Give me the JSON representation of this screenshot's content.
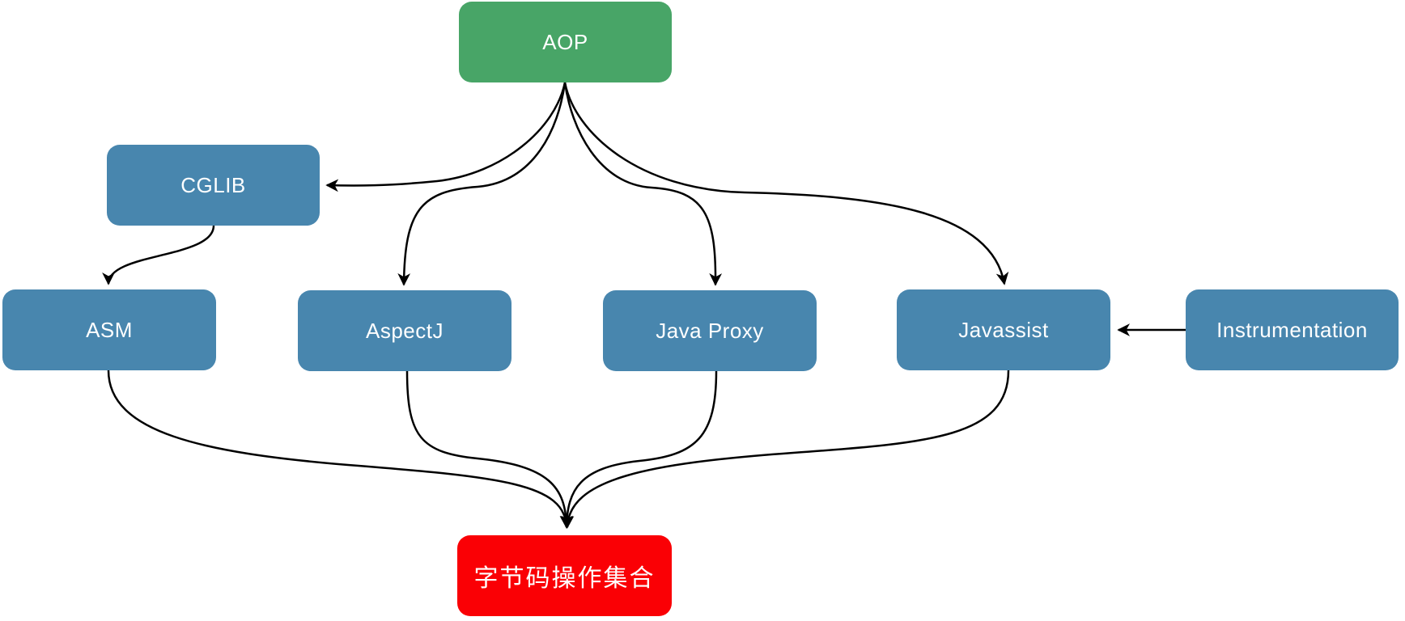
{
  "diagram": {
    "description": "Flowchart of AOP implementation techniques feeding into a bytecode manipulation collection",
    "colors": {
      "node_green": "#48a567",
      "node_blue": "#4886ae",
      "node_red": "#fa0005",
      "edge_stroke": "#000000",
      "node_text": "#ffffff",
      "background": "#ffffff"
    },
    "nodes": {
      "aop": {
        "label": "AOP",
        "color_role": "node_green"
      },
      "cglib": {
        "label": "CGLIB",
        "color_role": "node_blue"
      },
      "asm": {
        "label": "ASM",
        "color_role": "node_blue"
      },
      "aspectj": {
        "label": "AspectJ",
        "color_role": "node_blue"
      },
      "java_proxy": {
        "label": "Java Proxy",
        "color_role": "node_blue"
      },
      "javassist": {
        "label": "Javassist",
        "color_role": "node_blue"
      },
      "instrumentation": {
        "label": "Instrumentation",
        "color_role": "node_blue"
      },
      "bytecode_ops": {
        "label": "字节码操作集合",
        "color_role": "node_red"
      }
    },
    "edges": [
      {
        "from": "AOP",
        "to": "CGLIB"
      },
      {
        "from": "AOP",
        "to": "AspectJ"
      },
      {
        "from": "AOP",
        "to": "Java Proxy"
      },
      {
        "from": "AOP",
        "to": "Javassist"
      },
      {
        "from": "CGLIB",
        "to": "ASM"
      },
      {
        "from": "Instrumentation",
        "to": "Javassist"
      },
      {
        "from": "ASM",
        "to": "字节码操作集合"
      },
      {
        "from": "AspectJ",
        "to": "字节码操作集合"
      },
      {
        "from": "Java Proxy",
        "to": "字节码操作集合"
      },
      {
        "from": "Javassist",
        "to": "字节码操作集合"
      }
    ]
  }
}
